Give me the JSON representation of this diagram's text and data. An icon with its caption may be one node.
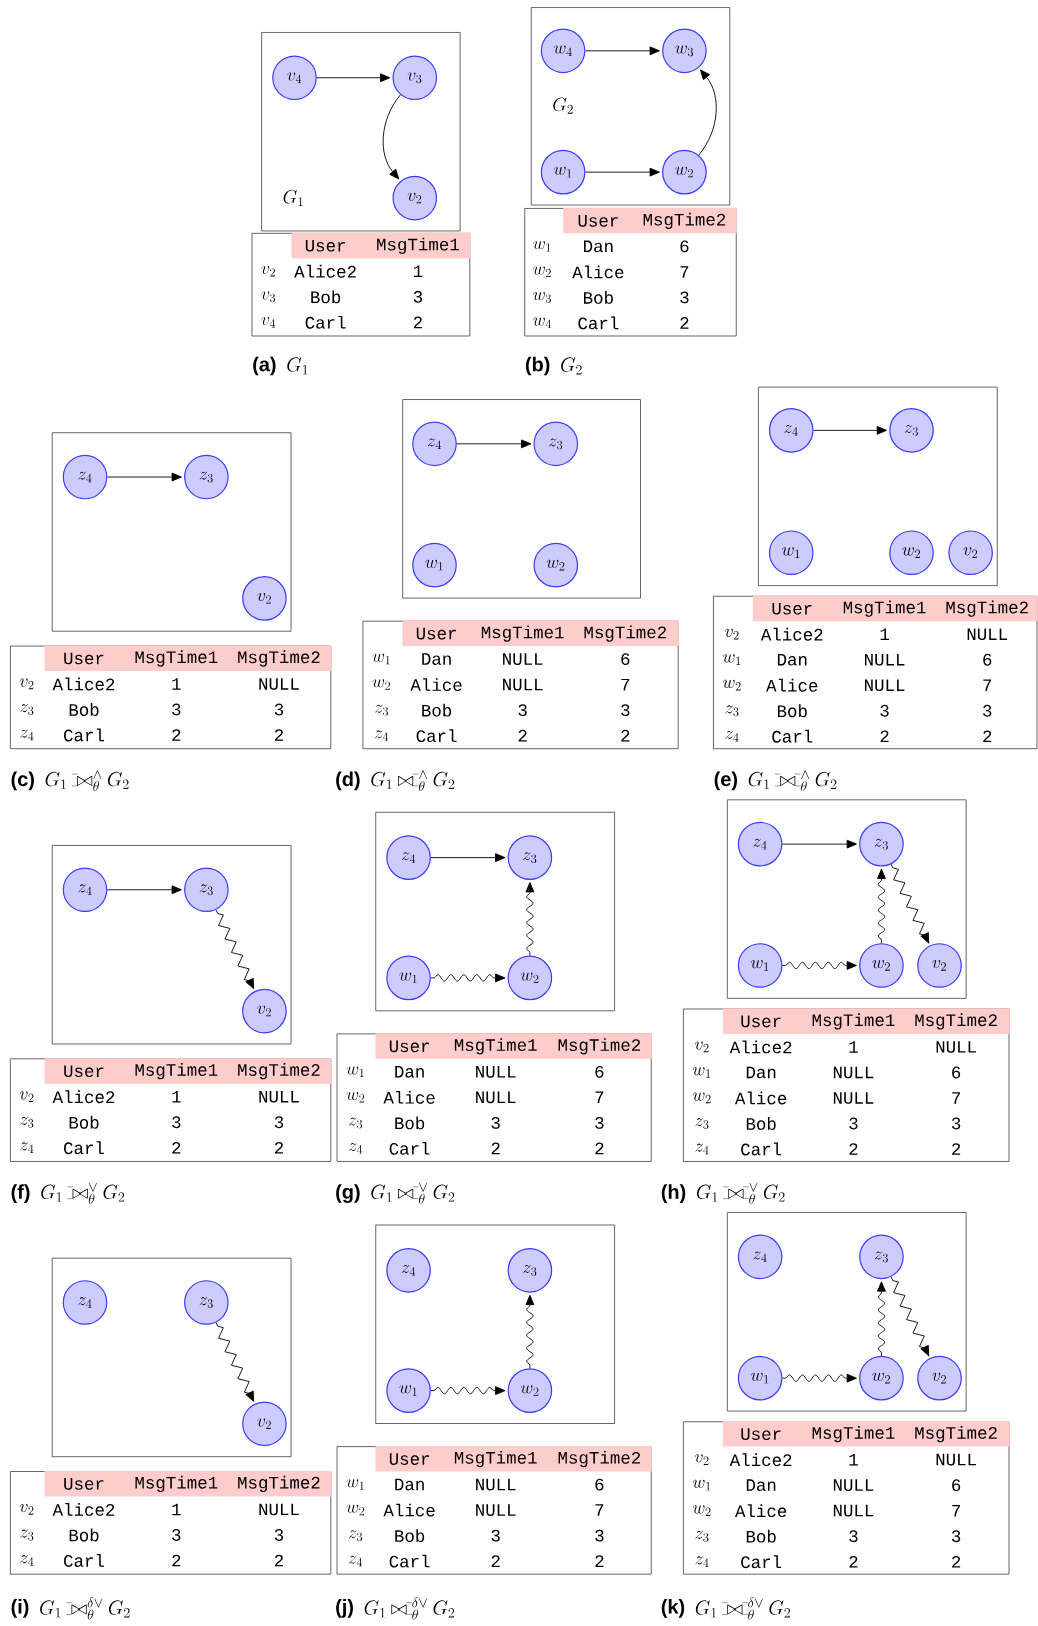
{
  "diagram": {
    "nodes": [
      {
        "text": [
          "G_1"
        ]
      },
      {
        "text": [
          "v_4"
        ],
        "in": 0
      },
      {
        "text": [
          "v_3"
        ],
        "in": 0
      },
      {
        "text": [
          "v_2"
        ],
        "in": 0
      },
      {
        "text": [
          "G_2"
        ]
      },
      {
        "text": [
          "w_4"
        ],
        "in": 4
      },
      {
        "text": [
          "w_3"
        ],
        "in": 4
      },
      {
        "text": [
          "w_1"
        ],
        "in": 4
      },
      {
        "text": [
          "w_2"
        ],
        "in": 4
      },
      {
        "text": [],
        "shape": "box"
      },
      {
        "text": [
          "z_4"
        ],
        "in": 9
      },
      {
        "text": [
          "z_3"
        ],
        "in": 9
      },
      {
        "text": [
          "v_2"
        ],
        "in": 9
      },
      {
        "text": [],
        "shape": "box"
      },
      {
        "text": [
          "z_4"
        ],
        "in": 13
      },
      {
        "text": [
          "z_3"
        ],
        "in": 13
      },
      {
        "text": [
          "w_1"
        ],
        "in": 13
      },
      {
        "text": [
          "w_2"
        ],
        "in": 13
      },
      {
        "text": [],
        "shape": "box"
      },
      {
        "text": [
          "z_4"
        ],
        "in": 18
      },
      {
        "text": [
          "z_3"
        ],
        "in": 18
      },
      {
        "text": [
          "w_1"
        ],
        "in": 18
      },
      {
        "text": [
          "w_2"
        ],
        "in": 18
      },
      {
        "text": [
          "v_2"
        ],
        "in": 18
      },
      {
        "text": [],
        "shape": "box"
      },
      {
        "text": [
          "z_4"
        ],
        "in": 24
      },
      {
        "text": [
          "z_3"
        ],
        "in": 24
      },
      {
        "text": [
          "v_2"
        ],
        "in": 24
      },
      {
        "text": [],
        "shape": "box"
      },
      {
        "text": [
          "z_4"
        ],
        "in": 28
      },
      {
        "text": [
          "z_3"
        ],
        "in": 28
      },
      {
        "text": [
          "w_1"
        ],
        "in": 28
      },
      {
        "text": [
          "w_2"
        ],
        "in": 28
      },
      {
        "text": [],
        "shape": "box"
      },
      {
        "text": [
          "z_4"
        ],
        "in": 33
      },
      {
        "text": [
          "z_3"
        ],
        "in": 33
      },
      {
        "text": [
          "w_1"
        ],
        "in": 33
      },
      {
        "text": [
          "w_2"
        ],
        "in": 33
      },
      {
        "text": [
          "v_2"
        ],
        "in": 33
      },
      {
        "text": [],
        "shape": "box"
      },
      {
        "text": [
          "z_4"
        ],
        "in": 39
      },
      {
        "text": [
          "z_3"
        ],
        "in": 39
      },
      {
        "text": [
          "v_2"
        ],
        "in": 39
      },
      {
        "text": [],
        "shape": "box"
      },
      {
        "text": [
          "z_4"
        ],
        "in": 43
      },
      {
        "text": [
          "z_3"
        ],
        "in": 43
      },
      {
        "text": [
          "w_1"
        ],
        "in": 43
      },
      {
        "text": [
          "w_2"
        ],
        "in": 43
      },
      {
        "text": [],
        "shape": "box"
      },
      {
        "text": [
          "z_4"
        ],
        "in": 48
      },
      {
        "text": [
          "z_3"
        ],
        "in": 48
      },
      {
        "text": [
          "w_1"
        ],
        "in": 48
      },
      {
        "text": [
          "w_2"
        ],
        "in": 48
      },
      {
        "text": [
          "v_2"
        ],
        "in": 48
      }
    ],
    "edges": [
      {
        "from": 1,
        "to": 2,
        "arrow": "to"
      },
      {
        "from": 2,
        "to": 3,
        "arrow": "to"
      },
      {
        "from": 5,
        "to": 6,
        "arrow": "to"
      },
      {
        "from": 7,
        "to": 8,
        "arrow": "to"
      },
      {
        "from": 8,
        "to": 6,
        "arrow": "to"
      },
      {
        "from": 10,
        "to": 11,
        "arrow": "to"
      },
      {
        "from": 14,
        "to": 15,
        "arrow": "to"
      },
      {
        "from": 19,
        "to": 20,
        "arrow": "to"
      },
      {
        "from": 25,
        "to": 26,
        "arrow": "to"
      },
      {
        "from": 26,
        "to": 27,
        "arrow": "to"
      },
      {
        "from": 29,
        "to": 30,
        "arrow": "to"
      },
      {
        "from": 31,
        "to": 32,
        "arrow": "to"
      },
      {
        "from": 32,
        "to": 30,
        "arrow": "to"
      },
      {
        "from": 34,
        "to": 35,
        "arrow": "to"
      },
      {
        "from": 36,
        "to": 37,
        "arrow": "to"
      },
      {
        "from": 37,
        "to": 35,
        "arrow": "to"
      },
      {
        "from": 35,
        "to": 38,
        "arrow": "to"
      },
      {
        "from": 41,
        "to": 42,
        "arrow": "to"
      },
      {
        "from": 46,
        "to": 47,
        "arrow": "to"
      },
      {
        "from": 47,
        "to": 45,
        "arrow": "to"
      },
      {
        "from": 51,
        "to": 52,
        "arrow": "to"
      },
      {
        "from": 52,
        "to": 50,
        "arrow": "to"
      },
      {
        "from": 50,
        "to": 53,
        "arrow": "to"
      }
    ],
    "labels": [
      "User",
      "MsgTime1",
      "v_2",
      "Alice2",
      "1",
      "v_3",
      "Bob",
      "3",
      "v_4",
      "Carl",
      "2",
      "(a)",
      "G_1",
      "User",
      "MsgTime2",
      "w_1",
      "Dan",
      "6",
      "w_2",
      "Alice",
      "7",
      "w_3",
      "Bob",
      "3",
      "w_4",
      "Carl",
      "2",
      "(b)",
      "G_2",
      "User",
      "MsgTime1",
      "MsgTime2",
      "v_2",
      "Alice2",
      "1",
      "NULL",
      "z_3",
      "Bob",
      "3",
      "3",
      "z_4",
      "Carl",
      "2",
      "2",
      "(c)",
      "G_1 \\mathbin{\\rule[-.02ex]{.28em}{.4pt}\\llap{\\rule[1.1ex]{.28em}{.4pt}}\\mkern-5.8mu\\bowtie}^{\\wedge}_{\\theta} G_2",
      "User",
      "MsgTime1",
      "MsgTime2",
      "w_1",
      "Dan",
      "NULL",
      "6",
      "w_2",
      "Alice",
      "NULL",
      "7",
      "z_3",
      "Bob",
      "3",
      "3",
      "z_4",
      "Carl",
      "2",
      "2",
      "(d)",
      "G_1 \\mathbin{\\bowtie\\mkern-5.8mu\\rule[-.02ex]{.28em}{.4pt}\\llap{\\rule[1.1ex]{.28em}{.4pt}}}^{\\wedge}_{\\theta} G_2",
      "User",
      "MsgTime1",
      "MsgTime2",
      "v_2",
      "Alice2",
      "1",
      "NULL",
      "w_1",
      "Dan",
      "NULL",
      "6",
      "w_2",
      "Alice",
      "NULL",
      "7",
      "z_3",
      "Bob",
      "3",
      "3",
      "z_4",
      "Carl",
      "2",
      "2",
      "(e)",
      "G_1 \\mathbin{\\rule[-.02ex]{.28em}{.4pt}\\llap{\\rule[1.1ex]{.28em}{.4pt}}\\mkern-5.8mu\\bowtie\\mkern-5.8mu\\rule[-.02ex]{.28em}{.4pt}\\llap{\\rule[1.1ex]{.28em}{.4pt}}}^{\\wedge}_{\\theta} G_2",
      "User",
      "MsgTime1",
      "MsgTime2",
      "v_2",
      "Alice2",
      "1",
      "NULL",
      "z_3",
      "Bob",
      "3",
      "3",
      "z_4",
      "Carl",
      "2",
      "2",
      "(f)",
      "G_1 \\mathbin{\\rule[-.02ex]{.28em}{.4pt}\\llap{\\rule[1.1ex]{.28em}{.4pt}}\\mkern-5.8mu\\bowtie}^{\\vee}_{\\theta} G_2",
      "User",
      "MsgTime1",
      "MsgTime2",
      "w_1",
      "Dan",
      "NULL",
      "6",
      "w_2",
      "Alice",
      "NULL",
      "7",
      "z_3",
      "Bob",
      "3",
      "3",
      "z_4",
      "Carl",
      "2",
      "2",
      "(g)",
      "G_1 \\mathbin{\\bowtie\\mkern-5.8mu\\rule[-.02ex]{.28em}{.4pt}\\llap{\\rule[1.1ex]{.28em}{.4pt}}}^{\\vee}_{\\theta} G_2",
      "User",
      "MsgTime1",
      "MsgTime2",
      "v_2",
      "Alice2",
      "1",
      "NULL",
      "w_1",
      "Dan",
      "NULL",
      "6",
      "w_2",
      "Alice",
      "NULL",
      "7",
      "z_3",
      "Bob",
      "3",
      "3",
      "z_4",
      "Carl",
      "2",
      "2",
      "(h)",
      "G_1 \\mathbin{\\rule[-.02ex]{.28em}{.4pt}\\llap{\\rule[1.1ex]{.28em}{.4pt}}\\mkern-5.8mu\\bowtie\\mkern-5.8mu\\rule[-.02ex]{.28em}{.4pt}\\llap{\\rule[1.1ex]{.28em}{.4pt}}}^{\\vee}_{\\theta} G_2",
      "User",
      "MsgTime1",
      "MsgTime2",
      "v_2",
      "Alice2",
      "1",
      "NULL",
      "z_3",
      "Bob",
      "3",
      "3",
      "z_4",
      "Carl",
      "2",
      "2",
      "(i)",
      "G_1 \\mathbin{\\rule[-.02ex]{.28em}{.4pt}\\llap{\\rule[1.1ex]{.28em}{.4pt}}\\mkern-5.8mu\\bowtie}^{\\delta\\vee}_{\\theta} G_2",
      "User",
      "MsgTime1",
      "MsgTime2",
      "w_1",
      "Dan",
      "NULL",
      "6",
      "w_2",
      "Alice",
      "NULL",
      "7",
      "z_3",
      "Bob",
      "3",
      "3",
      "z_4",
      "Carl",
      "2",
      "2",
      "(j)",
      "G_1 \\mathbin{\\bowtie\\mkern-5.8mu\\rule[-.02ex]{.28em}{.4pt}\\llap{\\rule[1.1ex]{.28em}{.4pt}}}^{\\delta\\vee}_{\\theta} G_2",
      "User",
      "MsgTime1",
      "MsgTime2",
      "v_2",
      "Alice2",
      "1",
      "NULL",
      "w_1",
      "Dan",
      "NULL",
      "6",
      "w_2",
      "Alice",
      "NULL",
      "7",
      "z_3",
      "Bob",
      "3",
      "3",
      "z_4",
      "Carl",
      "2",
      "2",
      "(k)",
      "G_1 \\mathbin{\\rule[-.02ex]{.28em}{.4pt}\\llap{\\rule[1.1ex]{.28em}{.4pt}}\\mkern-5.8mu\\bowtie\\mkern-5.8mu\\rule[-.02ex]{.28em}{.4pt}\\llap{\\rule[1.1ex]{.28em}{.4pt}}}^{\\delta\\vee}_{\\theta} G_2"
    ]
  }
}
